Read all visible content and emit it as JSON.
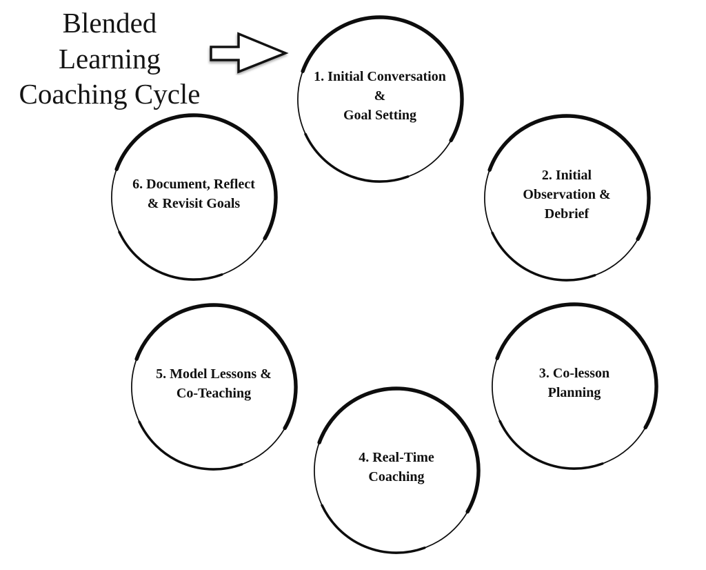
{
  "title": "Blended\nLearning\nCoaching Cycle",
  "colors": {
    "ink": "#111111",
    "background": "#ffffff",
    "circle_stroke": "#0d0d0d"
  },
  "icons": {
    "flow_arrow": "block-right-arrow"
  },
  "circles": [
    {
      "id": 1,
      "label": "1. Initial Conversation\n&\nGoal Setting"
    },
    {
      "id": 2,
      "label": "2. Initial\nObservation &\nDebrief"
    },
    {
      "id": 3,
      "label": "3. Co-lesson\nPlanning"
    },
    {
      "id": 4,
      "label": "4. Real-Time\nCoaching"
    },
    {
      "id": 5,
      "label": "5. Model Lessons &\nCo-Teaching"
    },
    {
      "id": 6,
      "label": "6. Document, Reflect\n& Revisit Goals"
    }
  ]
}
